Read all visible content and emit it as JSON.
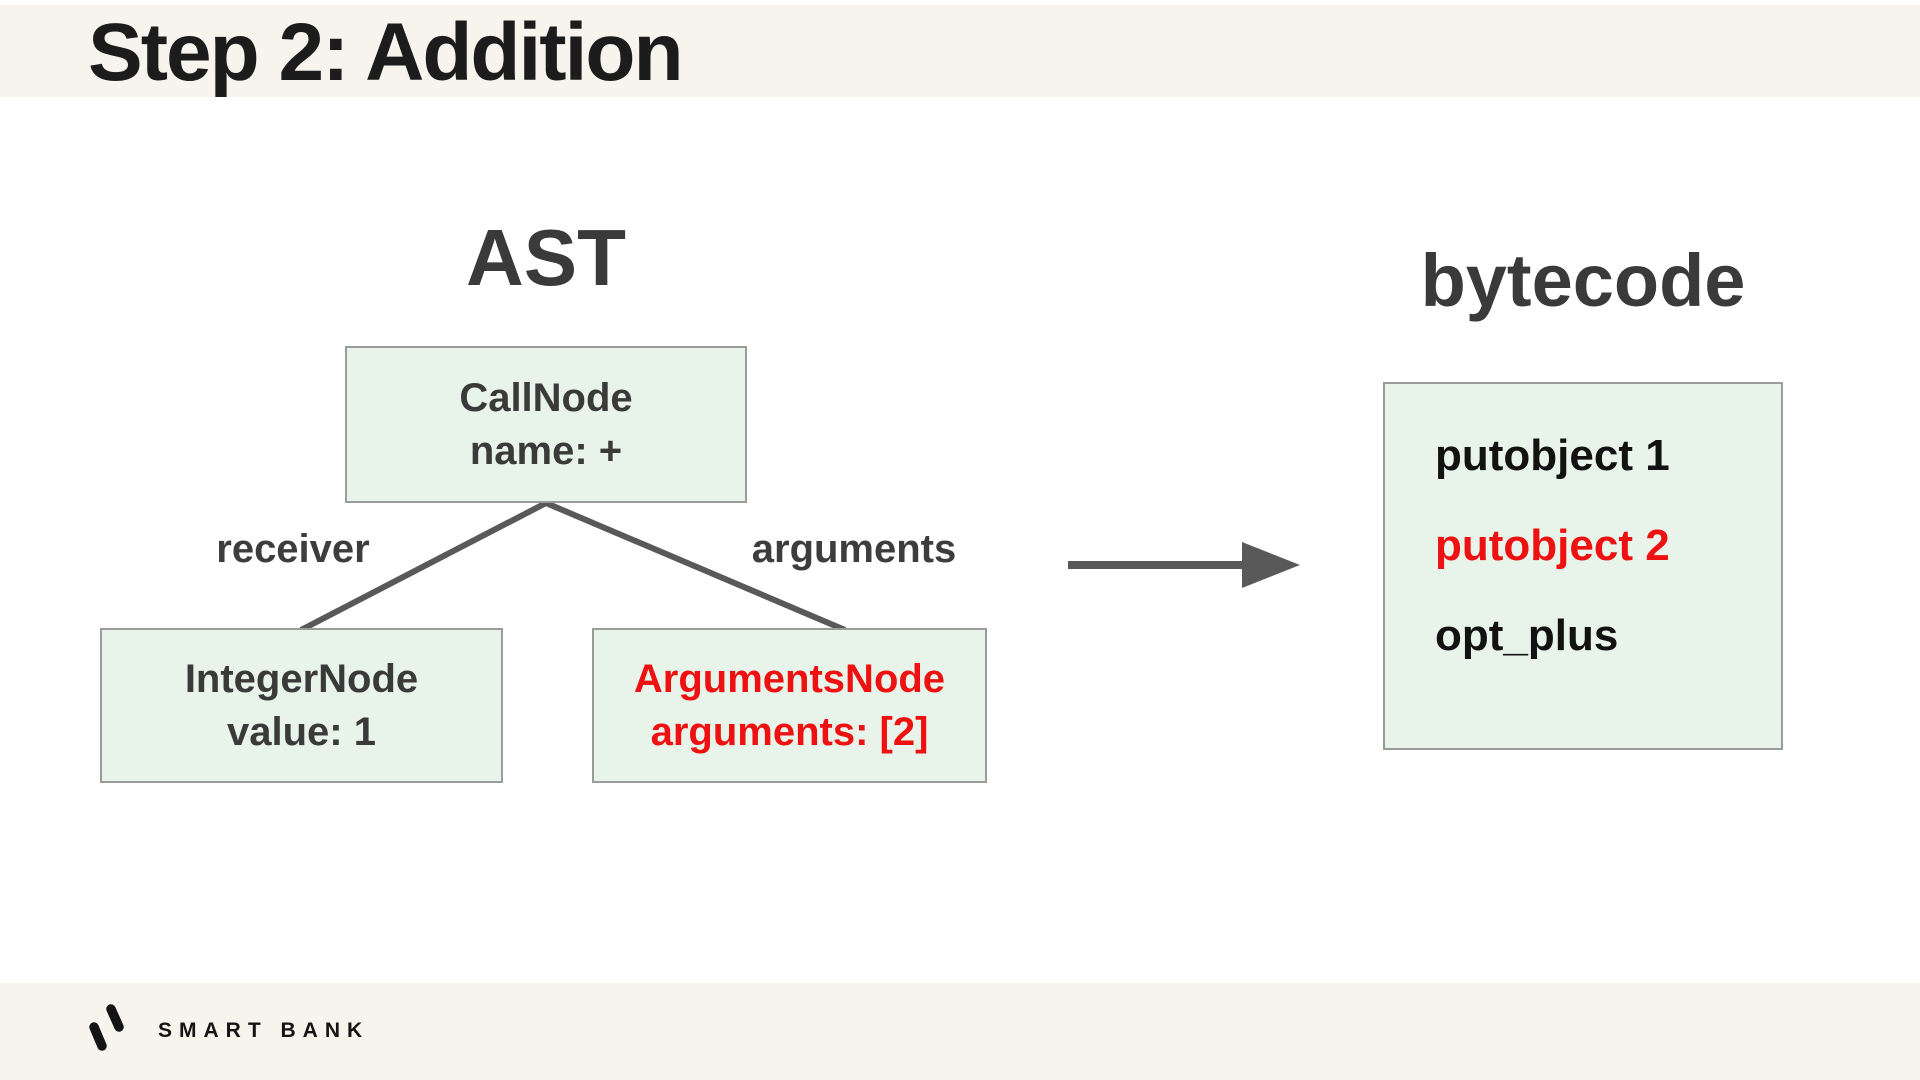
{
  "slide": {
    "title": "Step 2: Addition",
    "ast": {
      "heading": "AST",
      "nodes": {
        "call": {
          "line1": "CallNode",
          "line2": "name: +"
        },
        "integer": {
          "line1": "IntegerNode",
          "line2": "value: 1"
        },
        "arguments": {
          "line1": "ArgumentsNode",
          "line2": "arguments: [2]"
        }
      },
      "edges": {
        "left_label": "receiver",
        "right_label": "arguments"
      }
    },
    "bytecode": {
      "heading": "bytecode",
      "instructions": [
        {
          "text": "putobject 1",
          "highlight": false
        },
        {
          "text": "putobject 2",
          "highlight": true
        },
        {
          "text": "opt_plus",
          "highlight": false
        }
      ]
    },
    "footer": {
      "brand": "SMART BANK"
    }
  },
  "colors": {
    "band": "#f6f4ed",
    "node_fill": "#e8f3e9",
    "node_border": "#9b9b9b",
    "heading_text": "#3a3a3a",
    "title_text": "#1c1c1c",
    "instr_text": "#121212",
    "highlight_red": "#ee1111",
    "edge_gray": "#595959",
    "brand_black": "#141414"
  }
}
